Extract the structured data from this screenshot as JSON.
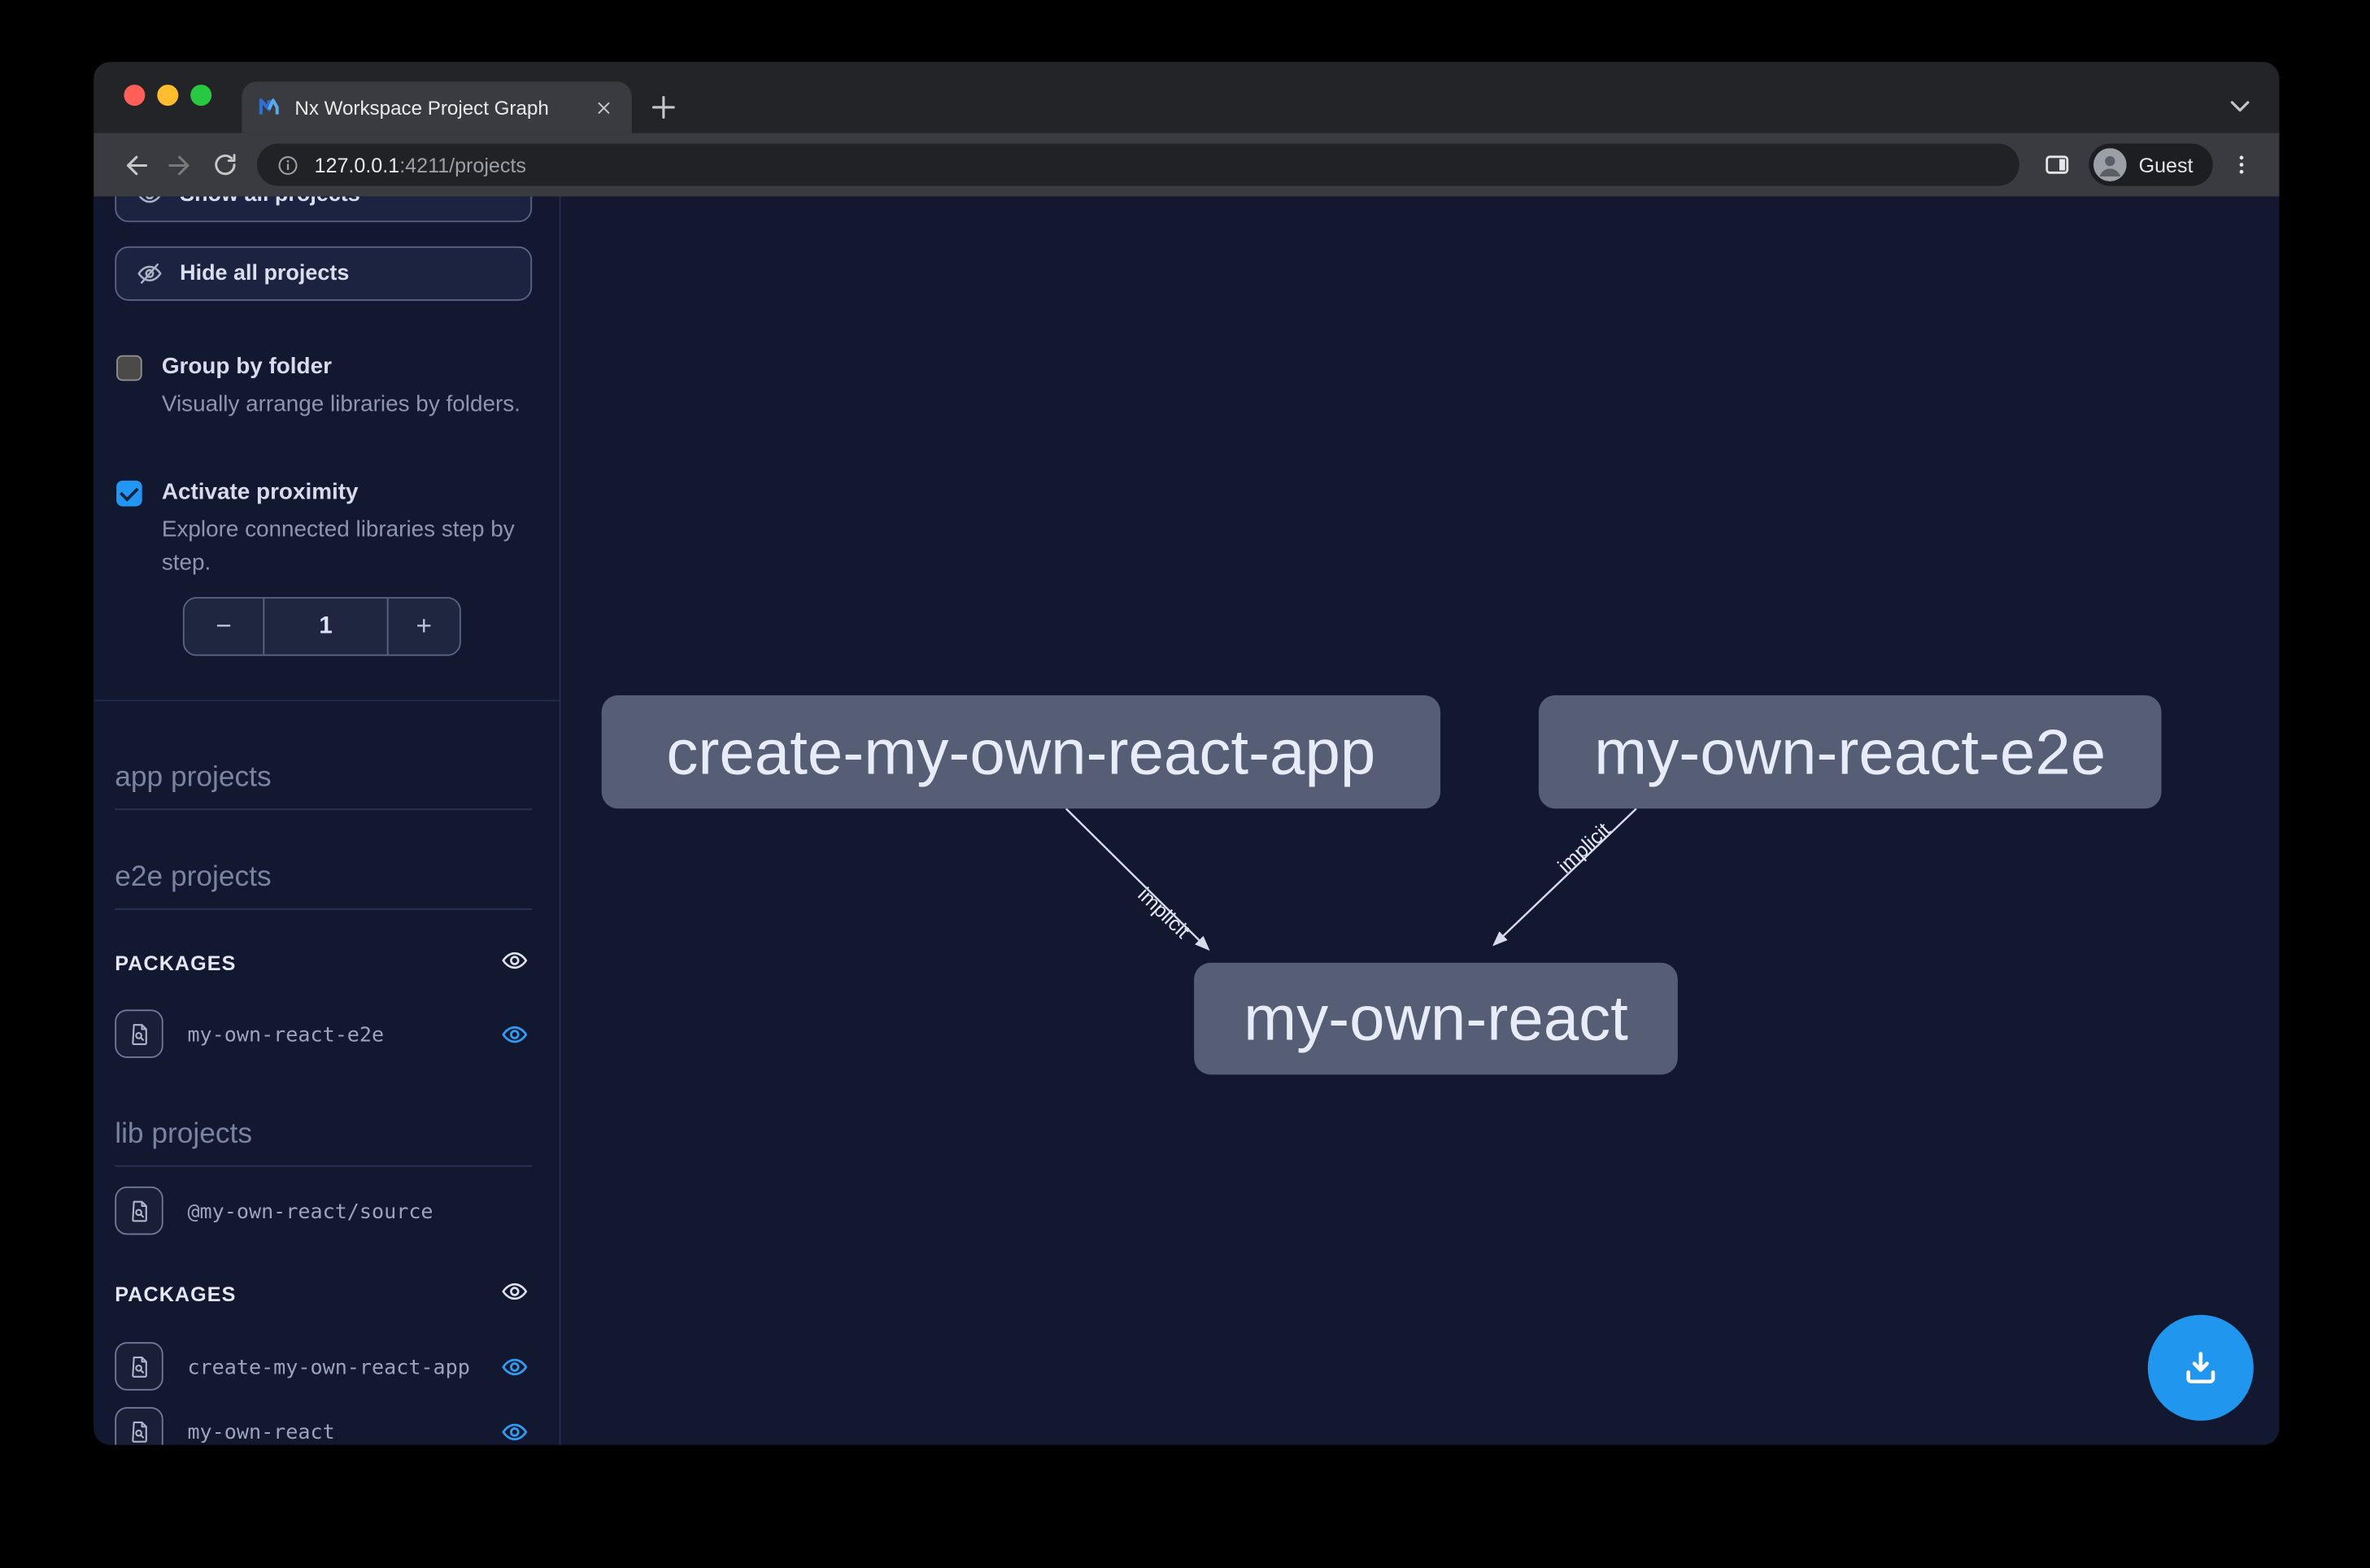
{
  "browser": {
    "tab": {
      "title": "Nx Workspace Project Graph"
    },
    "url": {
      "host": "127.0.0.1",
      "rest": ":4211/projects"
    },
    "profile": {
      "label": "Guest"
    }
  },
  "sidebar": {
    "show_all_button": "Show all projects",
    "hide_all_button": "Hide all projects",
    "options": [
      {
        "label": "Group by folder",
        "description": "Visually arrange libraries by folders.",
        "checked": false
      },
      {
        "label": "Activate proximity",
        "description": "Explore connected libraries step by step.",
        "checked": true
      }
    ],
    "proximity_stepper": {
      "decrement": "−",
      "value": "1",
      "increment": "+"
    },
    "section_app": "app projects",
    "section_e2e": "e2e projects",
    "section_lib": "lib projects",
    "packages_header": "PACKAGES",
    "e2e_packages": [
      {
        "name": "my-own-react-e2e"
      }
    ],
    "lib_items": [
      {
        "name": "@my-own-react/source"
      }
    ],
    "lib_packages": [
      {
        "name": "create-my-own-react-app"
      },
      {
        "name": "my-own-react"
      }
    ]
  },
  "graph": {
    "nodes": [
      {
        "id": "create-my-own-react-app",
        "label": "create-my-own-react-app"
      },
      {
        "id": "my-own-react-e2e",
        "label": "my-own-react-e2e"
      },
      {
        "id": "my-own-react",
        "label": "my-own-react"
      }
    ],
    "edges": [
      {
        "source": "create-my-own-react-app",
        "target": "my-own-react",
        "label": "implicit"
      },
      {
        "source": "my-own-react-e2e",
        "target": "my-own-react",
        "label": "implicit"
      }
    ]
  },
  "colors": {
    "accent_blue": "#2e9cf2",
    "checkbox_checked": "#2196f3",
    "fab": "#2196ef",
    "node_fill": "#555e74",
    "canvas_bg": "#111830",
    "traffic_red": "#ff5f57",
    "traffic_yellow": "#febc2e",
    "traffic_green": "#28c840"
  }
}
